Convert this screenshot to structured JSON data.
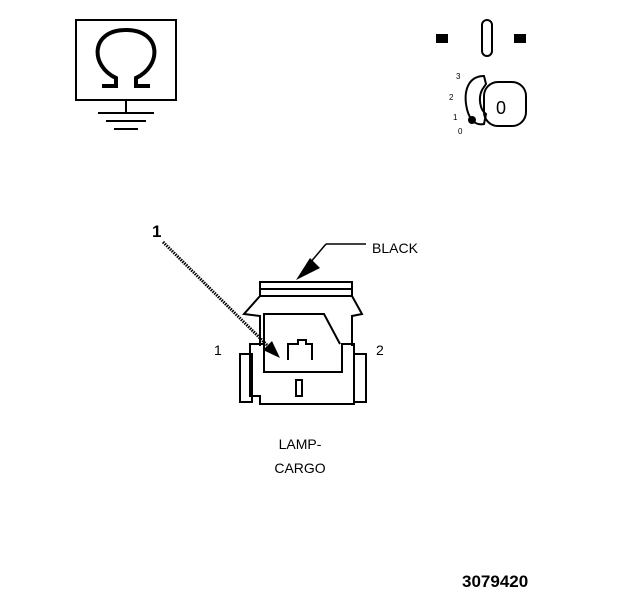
{
  "callout": {
    "number": "1"
  },
  "connector": {
    "color": "BLACK",
    "pin_left": "1",
    "pin_right": "2",
    "name_line1": "LAMP-",
    "name_line2": "CARGO"
  },
  "ignition": {
    "positions": [
      "3",
      "2",
      "1",
      "0"
    ],
    "key_label": "0"
  },
  "figure_id": "3079420",
  "icons": {
    "ohmmeter": "ohm-symbol-icon",
    "ground": "ground-icon",
    "ignition": "ignition-key-icon",
    "connector": "connector-face-icon"
  }
}
